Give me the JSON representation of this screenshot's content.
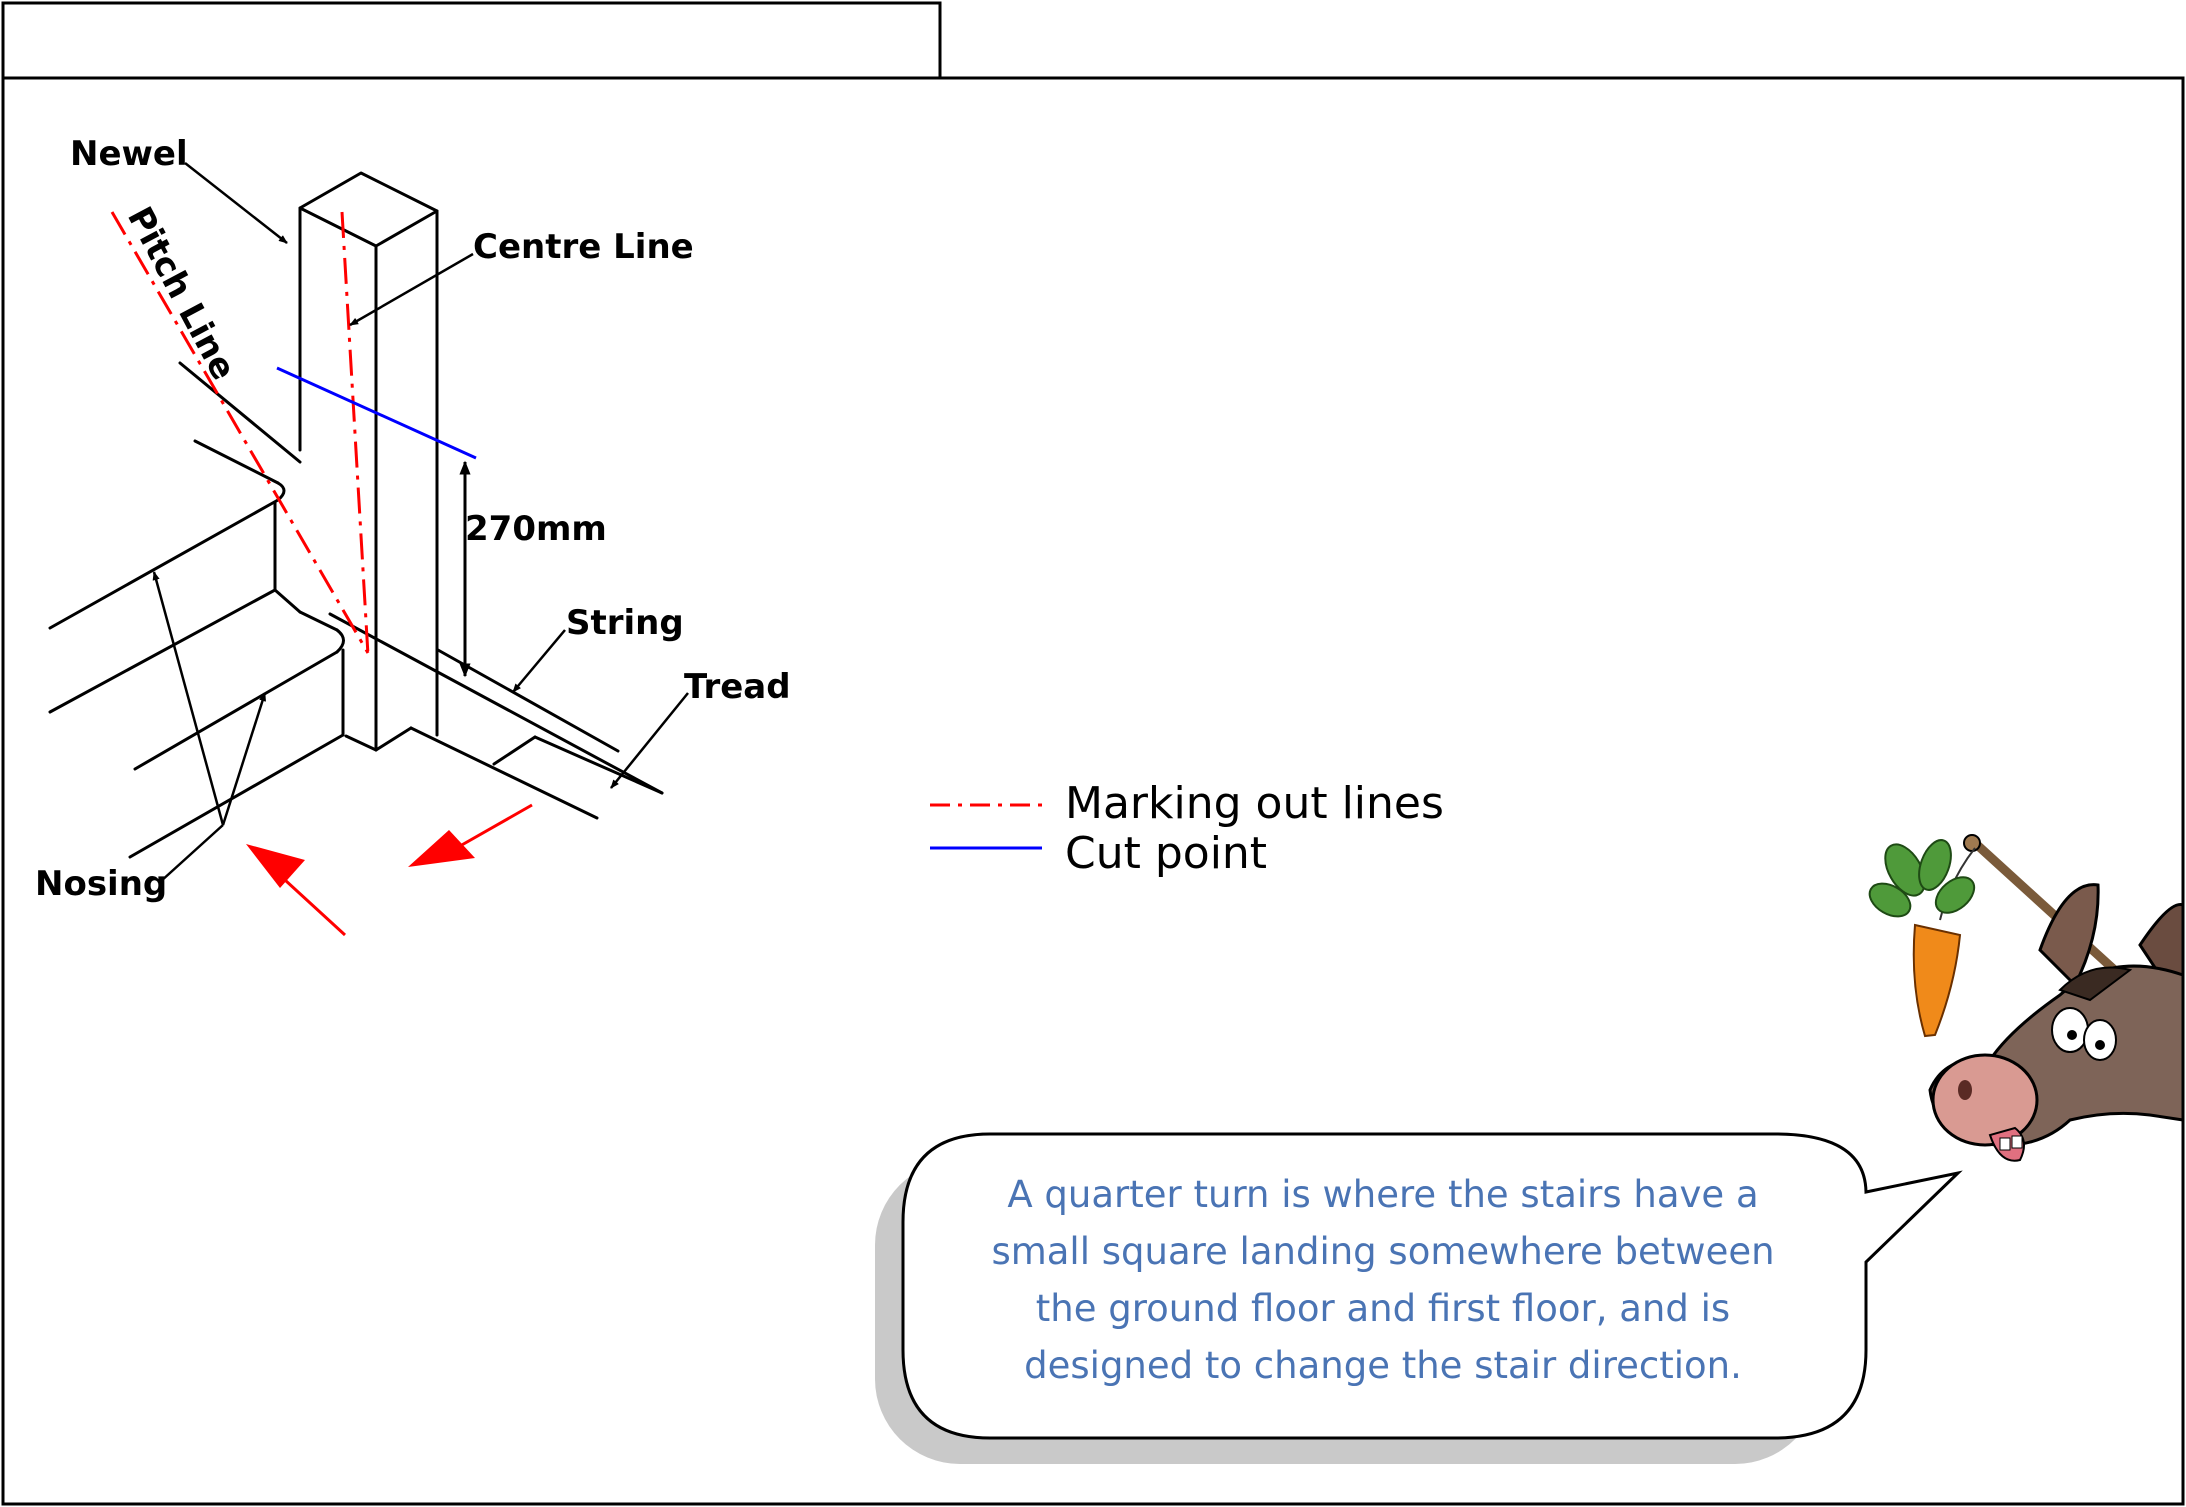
{
  "frame": {
    "tab_label": ""
  },
  "diagram": {
    "labels": {
      "newel": "Newel",
      "pitch_line": "Pitch Line",
      "centre_line": "Centre Line",
      "dimension": "270mm",
      "string": "String",
      "tread": "Tread",
      "nosing": "Nosing"
    },
    "legend": [
      {
        "label": "Marking out lines",
        "style": "dash-dot",
        "color": "#ff0000"
      },
      {
        "label": "Cut point",
        "style": "solid",
        "color": "#0000ff"
      }
    ]
  },
  "callout": {
    "lines": [
      "A quarter turn is where the stairs have a",
      "small square landing somewhere between",
      "the ground floor and first floor, and is",
      "designed to change the stair direction."
    ],
    "text_color": "#4a74b4"
  },
  "mascot": {
    "icon": "donkey-with-carrot-icon"
  },
  "colors": {
    "marking": "#ff0000",
    "cut": "#0000ff",
    "arrow": "#ff0000",
    "line": "#000000"
  }
}
